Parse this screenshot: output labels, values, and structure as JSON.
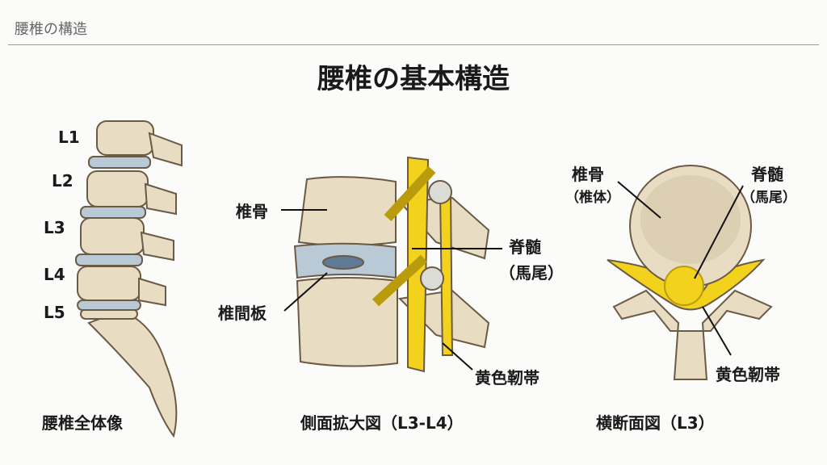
{
  "header": {
    "section": "腰椎の構造"
  },
  "title": "腰椎の基本構造",
  "panels": {
    "whole": {
      "levels": [
        "L1",
        "L2",
        "L3",
        "L4",
        "L5"
      ],
      "caption": "腰椎全体像"
    },
    "side": {
      "vertebra": "椎骨",
      "disc": "椎間板",
      "cord": "脊髄",
      "cord_sub": "（馬尾）",
      "ligament": "黄色靭帯",
      "caption": "側面拡大図（L3-L4）"
    },
    "cross": {
      "vertebra": "椎骨",
      "vertebra_sub": "（椎体）",
      "cord": "脊髄",
      "cord_sub": "（馬尾）",
      "ligament": "黄色靭帯",
      "caption": "横断面図（L3）"
    }
  },
  "colors": {
    "bone": "#e8dcc3",
    "bone_edge": "#6b5a45",
    "disc": "#b9cad6",
    "nerve": "#f2d21c"
  }
}
